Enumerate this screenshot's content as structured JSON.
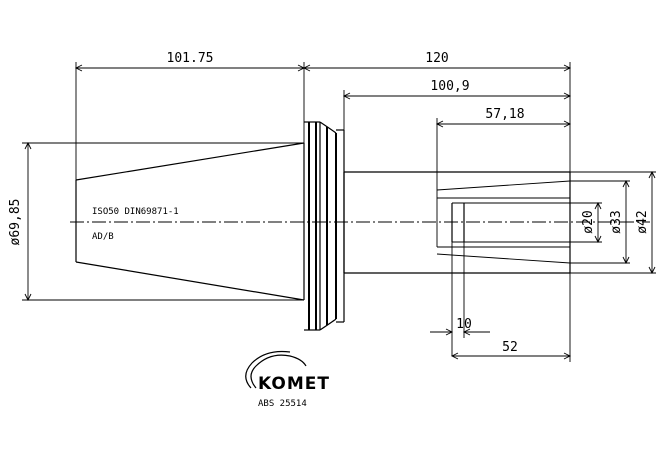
{
  "dimensions": {
    "len_101_75": "101.75",
    "len_120": "120",
    "len_100_9": "100,9",
    "len_57_18": "57,18",
    "len_10": "10",
    "len_52": "52",
    "dia_69_85": "ø69,85",
    "dia_20": "ø20",
    "dia_33": "ø33",
    "dia_42": "ø42"
  },
  "labels": {
    "standard": "ISO50 DIN69871-1",
    "variant": "AD/B",
    "brand": "KOMET",
    "part_no": "ABS 25514"
  }
}
